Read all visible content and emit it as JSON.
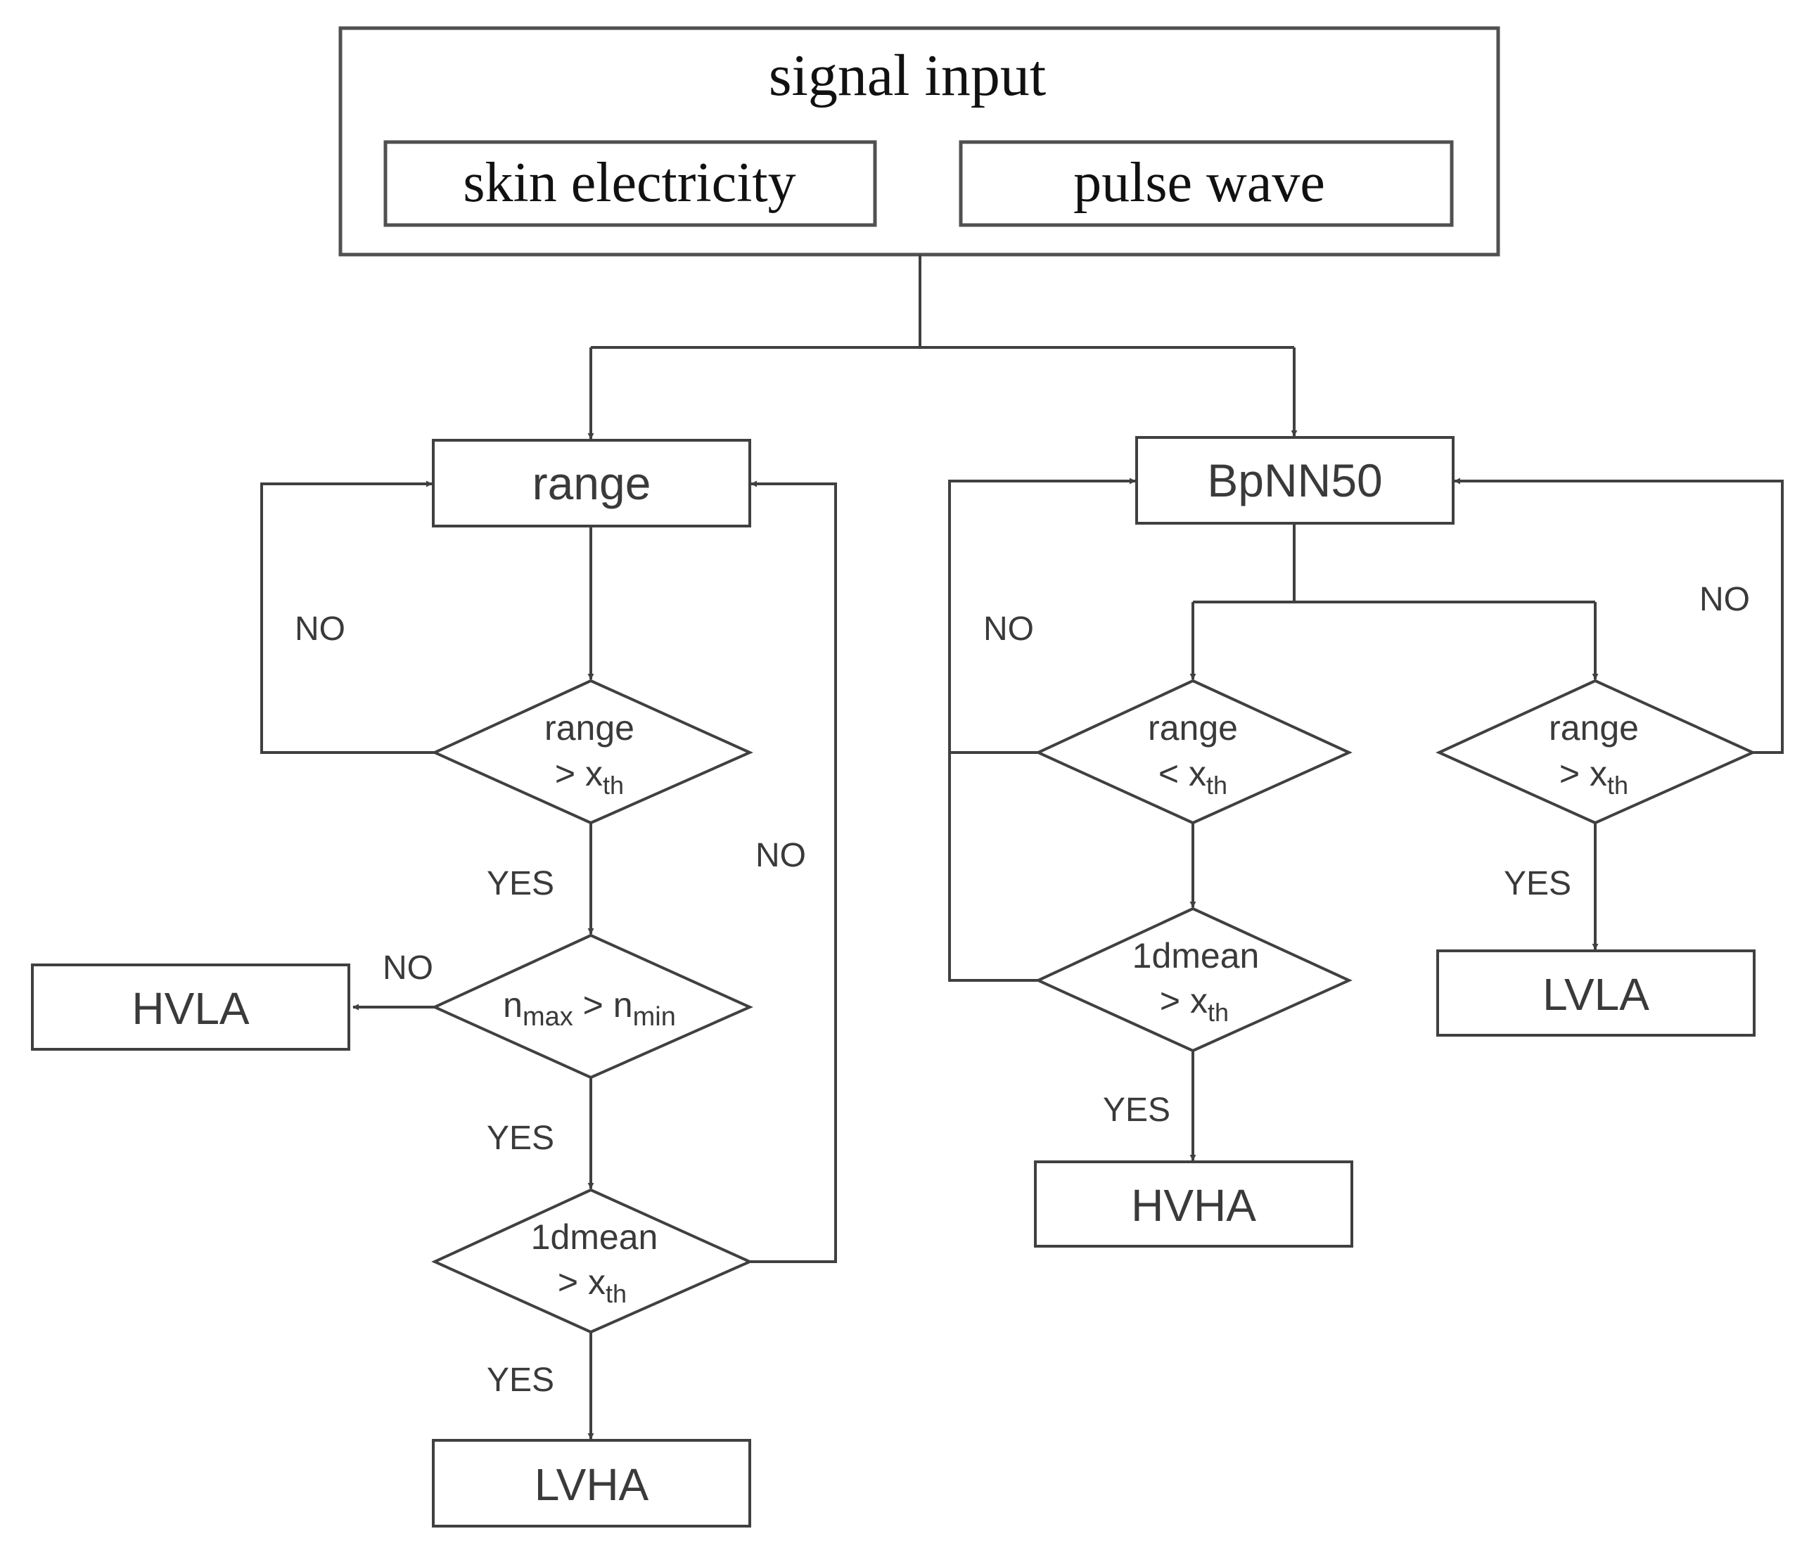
{
  "colors": {
    "line": "#404040",
    "text": "#3a3a3a",
    "background": "#ffffff"
  },
  "input": {
    "title": "signal input",
    "skin": "skin electricity",
    "pulse": "pulse wave"
  },
  "left": {
    "process": "range",
    "d1": {
      "line1": "range",
      "op": ">",
      "var": "x",
      "sub": "th"
    },
    "d2": {
      "a": "n",
      "a_sub": "max",
      "op": ">",
      "b": "n",
      "b_sub": "min"
    },
    "d3": {
      "line1": "1dmean",
      "op": ">",
      "var": "x",
      "sub": "th"
    },
    "out_no": "HVLA",
    "out_yes": "LVHA"
  },
  "right": {
    "process": "BpNN50",
    "d1": {
      "line1": "range",
      "op": "<",
      "var": "x",
      "sub": "th"
    },
    "d2": {
      "line1": "1dmean",
      "op": ">",
      "var": "x",
      "sub": "th"
    },
    "d3": {
      "line1": "range",
      "op": ">",
      "var": "x",
      "sub": "th"
    },
    "out_hvha": "HVHA",
    "out_lvla": "LVLA"
  },
  "labels": {
    "yes": "YES",
    "no": "NO"
  }
}
